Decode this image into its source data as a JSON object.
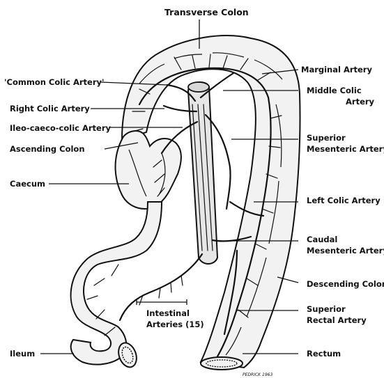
{
  "labels": {
    "transverse_colon": "Transverse Colon",
    "common_colic_artery": "'Common Colic Artery'",
    "marginal_artery": "Marginal Artery",
    "middle_colic_artery_line1": "Middle Colic",
    "middle_colic_artery_line2": "Artery",
    "right_colic_artery": "Right Colic Artery",
    "ileo_caeco_colic_artery": "Ileo-caeco-colic Artery",
    "superior_mesenteric_artery_line1": "Superior",
    "superior_mesenteric_artery_line2": "Mesenteric Artery",
    "ascending_colon": "Ascending Colon",
    "caecum": "Caecum",
    "left_colic_artery": "Left Colic Artery",
    "caudal_mesenteric_artery_line1": "Caudal",
    "caudal_mesenteric_artery_line2": "Mesenteric Artery",
    "descending_colon": "Descending Colon",
    "intestinal_arteries_line1": "Intestinal",
    "intestinal_arteries_line2": "Arteries (15)",
    "superior_rectal_artery_line1": "Superior",
    "superior_rectal_artery_line2": "Rectal Artery",
    "ileum": "Ileum",
    "rectum": "Rectum"
  },
  "signature": "PEDRICK 1963"
}
